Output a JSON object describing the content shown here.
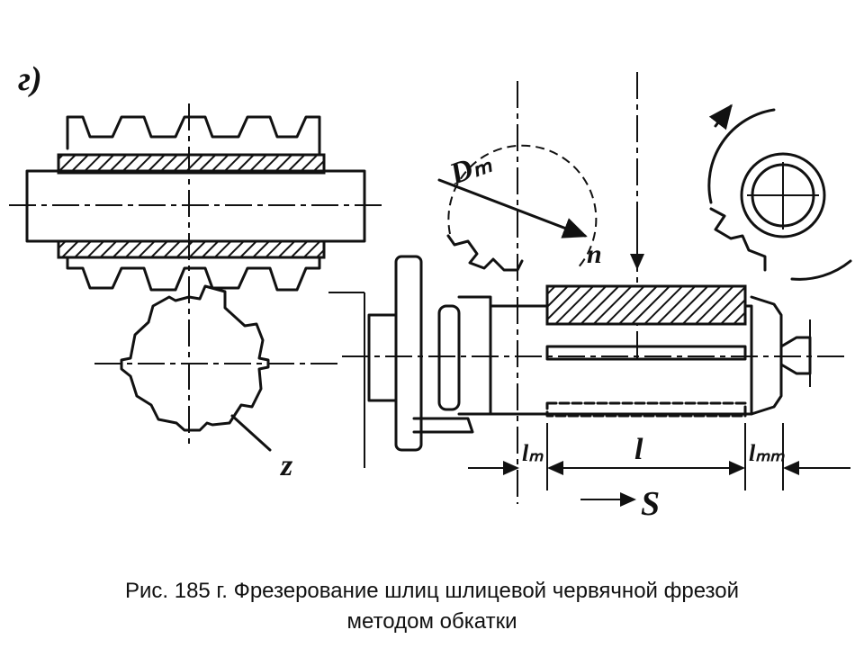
{
  "labels": {
    "panel": "г)",
    "diameter": "Dₘ",
    "n": "n",
    "z": "z",
    "s": "S",
    "l": "l",
    "l_in": "lₘ",
    "l_out": "lₘₘ"
  },
  "caption": {
    "line1": "Рис. 185 г. Фрезерование шлиц шлицевой червячной фрезой",
    "line2": "методом обкатки"
  }
}
